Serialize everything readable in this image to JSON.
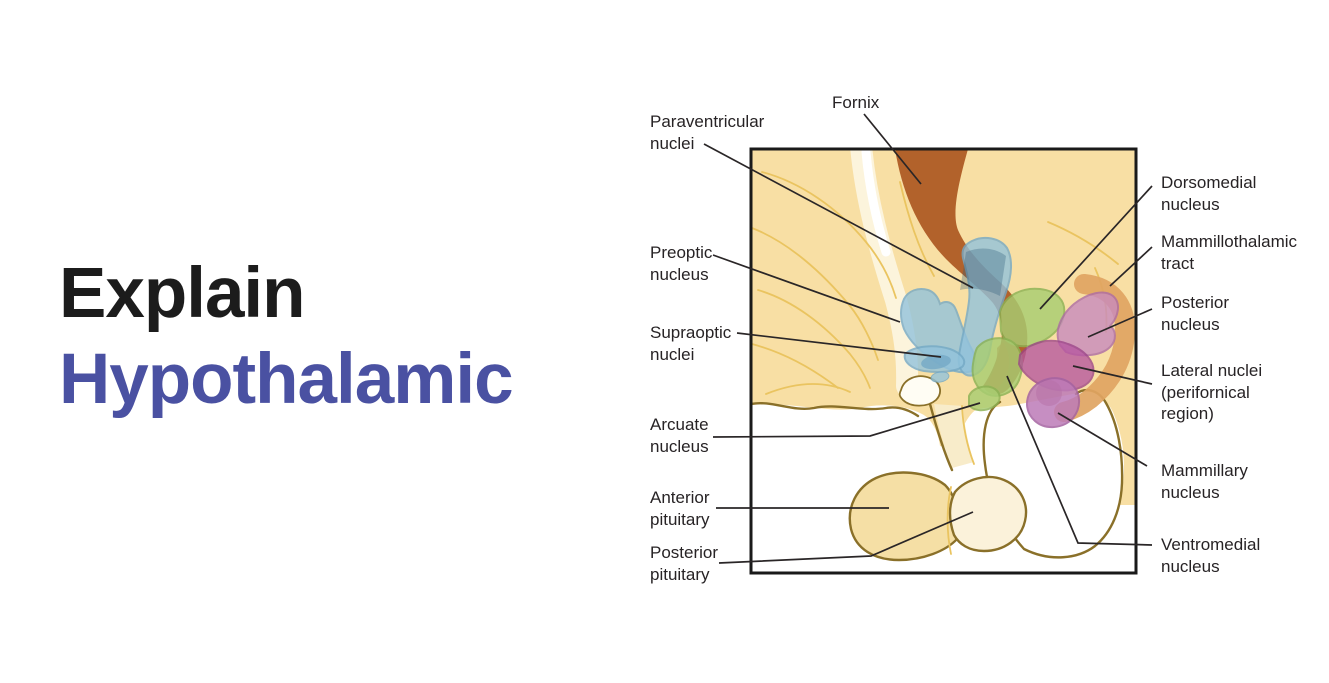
{
  "headline": {
    "line1": "Explain",
    "line2": "Hypothalamic",
    "line1_color": "#1c1c1c",
    "line2_color": "#4a51a2"
  },
  "diagram": {
    "border_color": "#1a1a1a",
    "colors": {
      "brain_tan": "#f8dfa4",
      "cream_band": "#fcf4dc",
      "cream_core": "#ffffff",
      "tract_yellow": "#eac460",
      "outline_olive": "#8a7029",
      "stalk_fill": "#f8ecca",
      "chiasm_fill": "#fffdf4",
      "fornix_brown": "#b2622b",
      "fornix_tip_red": "#c4542a",
      "fornix_blue_overlap": "#2f5e78",
      "mammillothalamic_orange": "#e0a462",
      "nucleus_blue": "#92c3dc",
      "nucleus_blue_stroke": "#74a9c6",
      "supraoptic_dark_blue": "#74a9c6",
      "nucleus_green": "#a8cd72",
      "nucleus_green_stroke": "#8bb254",
      "posterior_purple": "#c88bbe",
      "posterior_purple_stroke": "#ad6ba6",
      "lateral_magenta": "#b657a0",
      "lateral_magenta_stroke": "#9c4489",
      "mammillary_purple": "#bd7bb8",
      "mammillary_purple_stroke": "#a563a2",
      "overlap_dark_red": "#8e3040",
      "pituitary_anterior_fill": "#f5dfa5",
      "pituitary_posterior_fill": "#fbf2da",
      "label_color": "#272325",
      "leader_line_color": "#2a2627"
    },
    "labels": {
      "fornix": [
        "Fornix"
      ],
      "paraventricular": [
        "Paraventricular",
        "nuclei"
      ],
      "preoptic": [
        "Preoptic",
        "nucleus"
      ],
      "supraoptic": [
        "Supraoptic",
        "nuclei"
      ],
      "arcuate": [
        "Arcuate",
        "nucleus"
      ],
      "anterior_pituitary": [
        "Anterior",
        "pituitary"
      ],
      "posterior_pituitary": [
        "Posterior",
        "pituitary"
      ],
      "dorsomedial": [
        "Dorsomedial",
        "nucleus"
      ],
      "mammillothalamic": [
        "Mammillothalamic",
        "tract"
      ],
      "posterior_nucleus": [
        "Posterior",
        "nucleus"
      ],
      "lateral": [
        "Lateral nuclei",
        "(perifornical",
        "region)"
      ],
      "mammillary": [
        "Mammillary",
        "nucleus"
      ],
      "ventromedial": [
        "Ventromedial",
        "nucleus"
      ]
    }
  }
}
